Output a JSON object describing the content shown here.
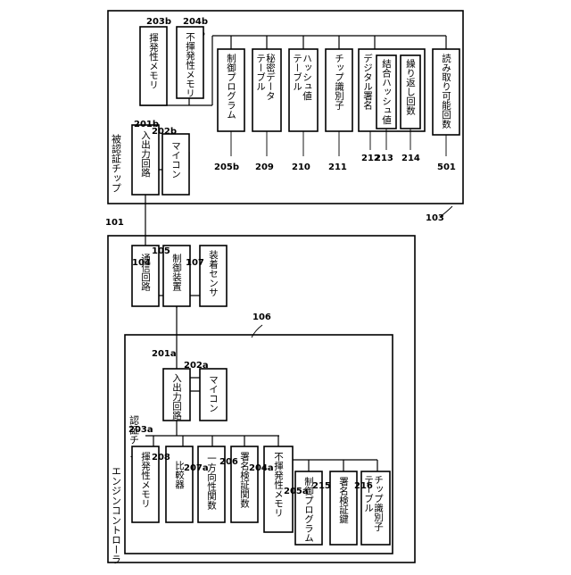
{
  "chip_103": {
    "title": "被認証チップ",
    "ref": "103",
    "io_circuit": {
      "label": "入出力回路",
      "ref": "201b"
    },
    "microcontroller": {
      "label": "マイコン",
      "ref": "202b"
    },
    "volatile_memory": {
      "label": "揮発性メモリ",
      "ref": "203b"
    },
    "nonvolatile_memory": {
      "label": "不揮発性メモリ",
      "ref": "204b"
    },
    "stored_items": [
      {
        "label": "制御プログラム",
        "ref": "205b"
      },
      {
        "label": "秘密データテーブル",
        "line1": "秘密データ",
        "line2": "テーブル",
        "ref": "209"
      },
      {
        "label": "ハッシュ値テーブル",
        "line1": "ハッシュ値",
        "line2": "テーブル",
        "ref": "210"
      },
      {
        "label": "チップ識別子",
        "ref": "211"
      },
      {
        "label": "デジタル署名",
        "ref": "212"
      },
      {
        "label": "読み取り可能回数",
        "ref": "501"
      }
    ],
    "signature_parts": [
      {
        "label": "結合ハッシュ値",
        "ref": "213"
      },
      {
        "label": "繰り返し回数",
        "ref": "214"
      }
    ]
  },
  "controller_101": {
    "title": "エンジンコントローラ",
    "ref": "101",
    "comm_circuit": {
      "label": "通信回路",
      "ref": "104"
    },
    "control_device": {
      "label": "制御装置",
      "ref": "105"
    },
    "attach_sensor": {
      "label": "装着センサ",
      "ref": "107"
    }
  },
  "chip_106": {
    "title": "認証チップ",
    "ref": "106",
    "io_circuit": {
      "label": "入出力回路",
      "ref": "201a"
    },
    "microcontroller": {
      "label": "マイコン",
      "ref": "202a"
    },
    "volatile_memory": {
      "label": "揮発性メモリ",
      "ref": "203a"
    },
    "comparator": {
      "label": "比較器",
      "ref": "208"
    },
    "one_way_function": {
      "label": "一方向性関数",
      "ref": "207a"
    },
    "signature_verify_function": {
      "label": "署名検証関数",
      "ref": "206"
    },
    "nonvolatile_memory": {
      "label": "不揮発性メモリ",
      "ref": "204a"
    },
    "stored_items": [
      {
        "label": "制御プログラム",
        "ref": "205a"
      },
      {
        "label": "署名検証鍵",
        "ref": "215"
      },
      {
        "label": "チップ識別子テーブル",
        "line1": "チップ識別子",
        "line2": "テーブル",
        "ref": "216"
      }
    ]
  }
}
